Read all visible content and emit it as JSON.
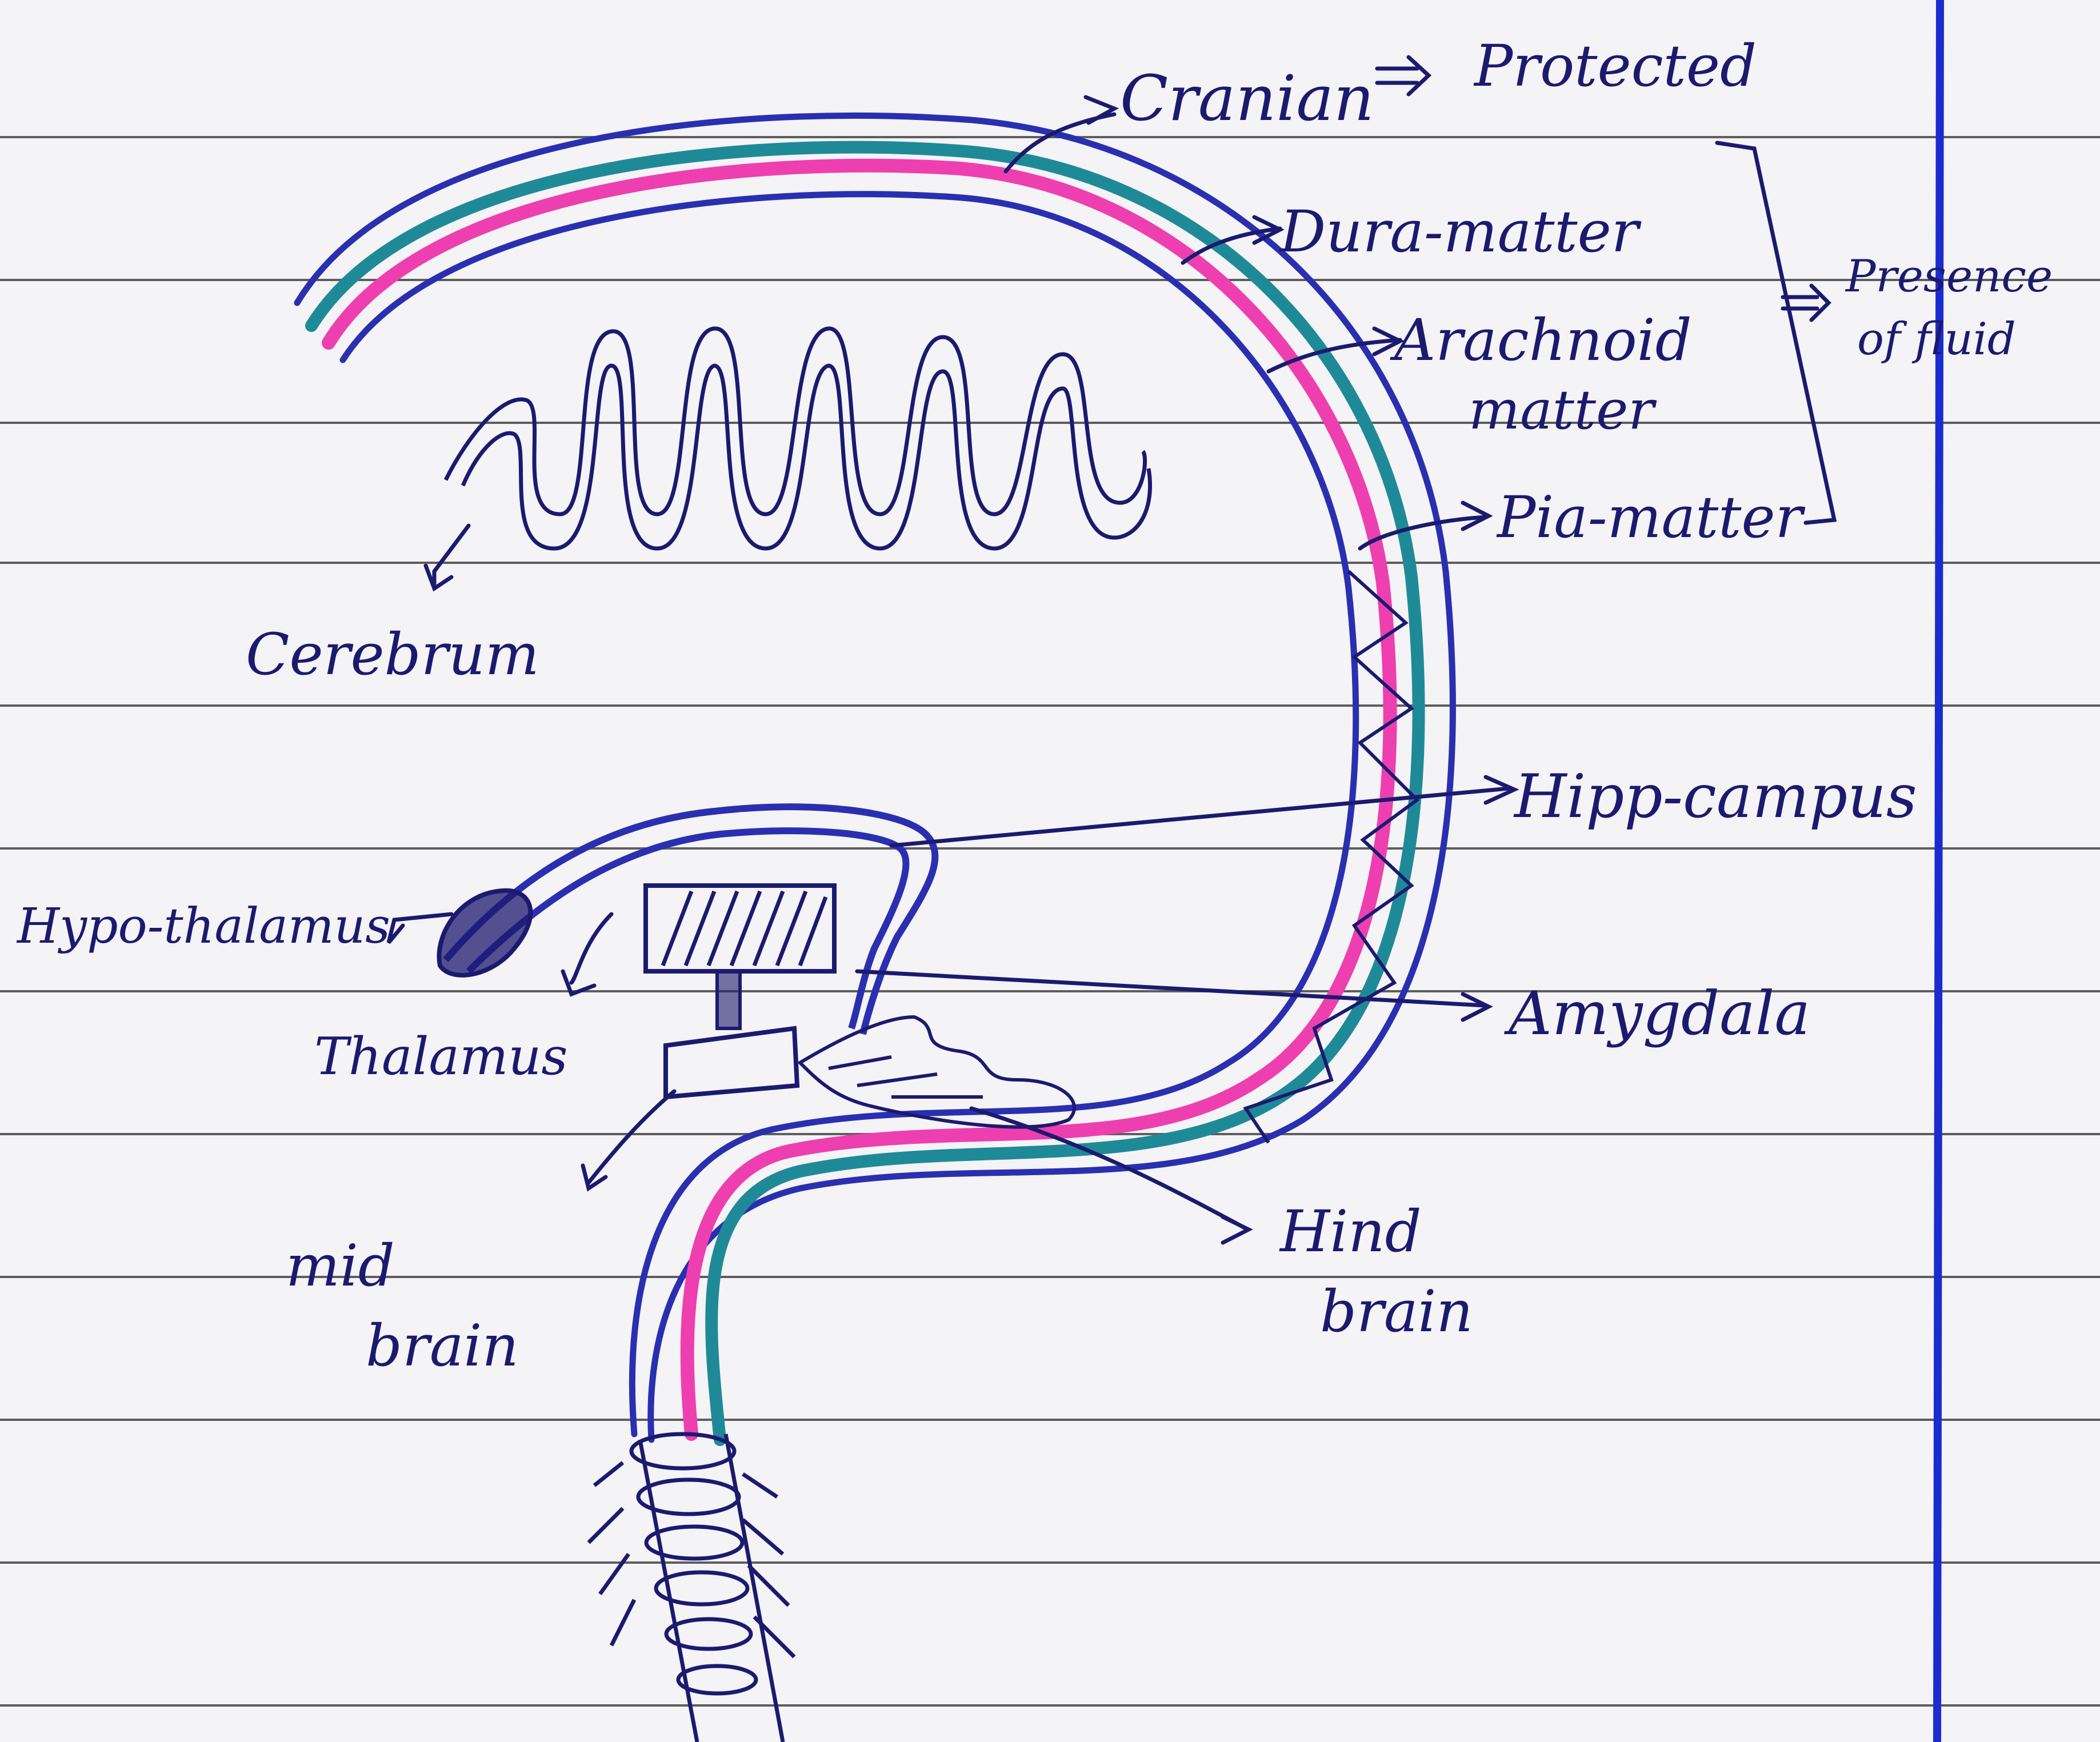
{
  "labels": {
    "cranian": "Cranian",
    "protected": "Protected",
    "dura": "Dura-matter",
    "arachnoid_1": "Arachnoid",
    "arachnoid_2": "matter",
    "pia": "Pia-matter",
    "fluid_1": "Presence",
    "fluid_2": "of fluid",
    "cerebrum": "Cerebrum",
    "hippocampus": "Hipp-campus",
    "hypothalamus": "Hypo-thalamus",
    "thalamus": "Thalamus",
    "amygdala": "Amygdala",
    "midbrain_1": "mid",
    "midbrain_2": "brain",
    "hindbrain_1": "Hind",
    "hindbrain_2": "brain"
  },
  "colors": {
    "ink": "#1c1a6e",
    "outer_layer": "#2a2fb0",
    "teal_layer": "#1f8a97",
    "pink_layer": "#ee3fb0",
    "paper": "#f4f3f6",
    "ruled_line": "#2b2b2b",
    "margin_line": "#1a2bd0"
  }
}
